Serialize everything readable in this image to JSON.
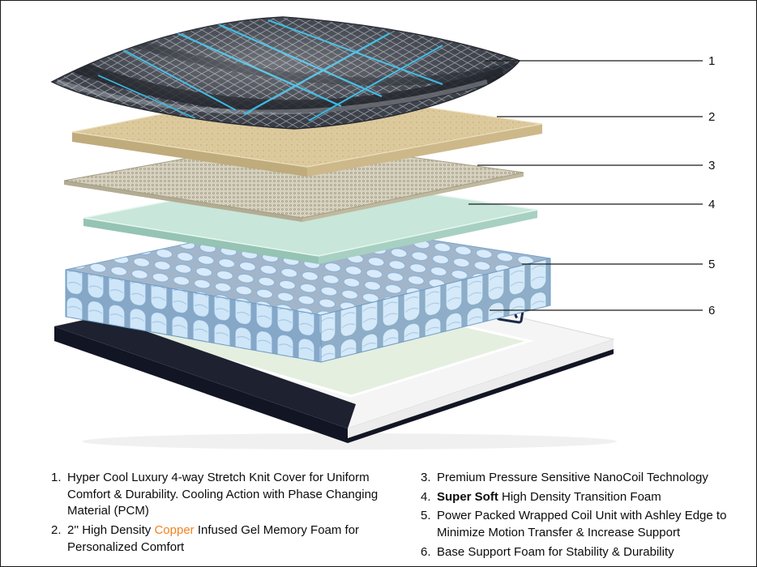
{
  "callouts": {
    "labels": [
      "1",
      "2",
      "3",
      "4",
      "5",
      "6"
    ]
  },
  "legend": {
    "left": {
      "item1": {
        "num": "1.",
        "text": "Hyper Cool Luxury 4-way Stretch Knit Cover for Uniform Comfort & Durability. Cooling Action with Phase Changing Material (PCM)"
      },
      "item2": {
        "num": "2.",
        "pre": "2'' High Density ",
        "highlight": "Copper",
        "post": " Infused Gel Memory Foam for Personalized Comfort"
      }
    },
    "right": {
      "item3": {
        "num": "3.",
        "text": "Premium Pressure Sensitive NanoCoil Technology"
      },
      "item4": {
        "num": "4.",
        "bold": "Super Soft",
        "post": " High Density Transition Foam"
      },
      "item5": {
        "num": "5.",
        "text": "Power Packed Wrapped Coil Unit with Ashley Edge to Minimize Motion Transfer & Increase Support"
      },
      "item6": {
        "num": "6.",
        "text": "Base Support Foam for Stability & Durability"
      }
    }
  },
  "colors": {
    "copper_accent": "#f28321",
    "cover_teal_accent": "#2ab6e3",
    "cover_dark": "#353942",
    "memory_foam_tan": "#dcc99c",
    "transition_foam_teal": "#c8e6da",
    "coil_blue": "#cfe6f8",
    "base_navy": "#1d2130",
    "base_green": "#e4efe0"
  }
}
